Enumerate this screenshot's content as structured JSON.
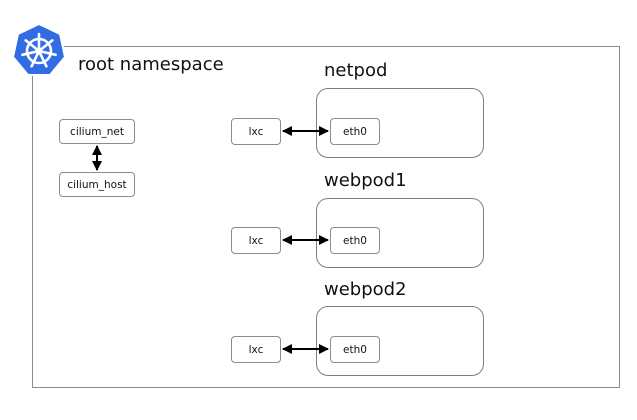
{
  "namespace": {
    "label": "root namespace"
  },
  "host": {
    "cilium_net": "cilium_net",
    "cilium_host": "cilium_host"
  },
  "pods": [
    {
      "name": "netpod",
      "veth": "lxc",
      "iface": "eth0"
    },
    {
      "name": "webpod1",
      "veth": "lxc",
      "iface": "eth0"
    },
    {
      "name": "webpod2",
      "veth": "lxc",
      "iface": "eth0"
    }
  ],
  "colors": {
    "logo": "#326CE5",
    "border": "#8c8c8c",
    "arrow": "#000000"
  },
  "icons": {
    "logo": "kubernetes-helm-icon"
  }
}
